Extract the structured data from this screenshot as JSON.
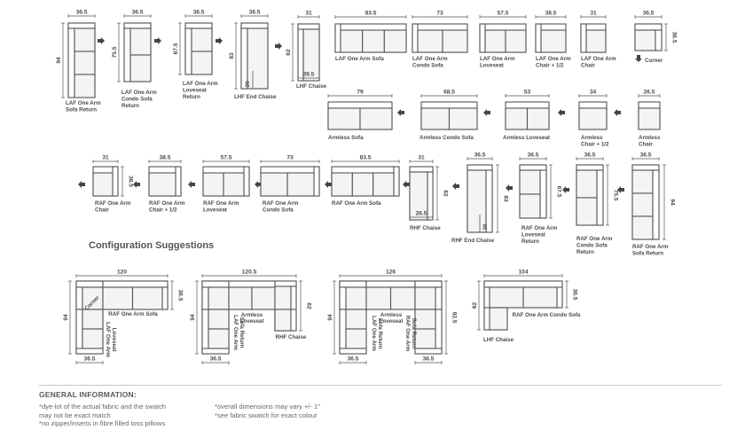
{
  "colors": {
    "line": "#555555",
    "fill": "#ffffff",
    "cushion": "#f4f4f4",
    "text": "#4a4a4a"
  },
  "rows": {
    "row1": [
      {
        "dims": [
          "36.5",
          "94"
        ],
        "label": [
          "LAF One Arm",
          "Sofa Return"
        ]
      },
      {
        "dims": [
          "36.5",
          "75.5"
        ],
        "label": [
          "LAF One Arm",
          "Condo Sofa",
          "Return"
        ]
      },
      {
        "dims": [
          "36.5",
          "67.5"
        ],
        "label": [
          "LAF One Arm",
          "Loveseat",
          "Return"
        ]
      },
      {
        "dims": [
          "36.5",
          "83",
          "30"
        ],
        "label": [
          "LHF End Chaise"
        ]
      },
      {
        "dims": [
          "31",
          "62",
          "26.5"
        ],
        "label": [
          "LHF Chaise"
        ]
      },
      {
        "dims": [
          "83.5"
        ],
        "label": [
          "LAF One Arm Sofa"
        ]
      },
      {
        "dims": [
          "73"
        ],
        "label": [
          "LAF One Arm",
          "Condo Sofa"
        ]
      },
      {
        "dims": [
          "57.5"
        ],
        "label": [
          "LAF One Arm",
          "Loveseat"
        ]
      },
      {
        "dims": [
          "38.5"
        ],
        "label": [
          "LAF One Arm",
          "Chair + 1/2"
        ]
      },
      {
        "dims": [
          "31"
        ],
        "label": [
          "LAF One Arm",
          "Chair"
        ]
      },
      {
        "dims": [
          "36.5",
          "36.5"
        ],
        "label": [
          "Corner"
        ]
      }
    ],
    "row2": [
      {
        "dims": [
          "79"
        ],
        "label": [
          "Armless Sofa"
        ]
      },
      {
        "dims": [
          "68.5"
        ],
        "label": [
          "Armless Condo Sofa"
        ]
      },
      {
        "dims": [
          "53"
        ],
        "label": [
          "Armless Loveseat"
        ]
      },
      {
        "dims": [
          "34"
        ],
        "label": [
          "Armless",
          "Chair + 1/2"
        ]
      },
      {
        "dims": [
          "26.5"
        ],
        "label": [
          "Armless",
          "Chair"
        ]
      }
    ],
    "row3": [
      {
        "dims": [
          "31",
          "36.5"
        ],
        "label": [
          "RAF One Arm",
          "Chair"
        ]
      },
      {
        "dims": [
          "38.5"
        ],
        "label": [
          "RAF One Arm",
          "Chair + 1/2"
        ]
      },
      {
        "dims": [
          "57.5"
        ],
        "label": [
          "RAF One Arm",
          "Loveseat"
        ]
      },
      {
        "dims": [
          "73"
        ],
        "label": [
          "RAF One Arm",
          "Condo Sofa"
        ]
      },
      {
        "dims": [
          "83.5"
        ],
        "label": [
          "RAF One Arm Sofa"
        ]
      },
      {
        "dims": [
          "31",
          "62",
          "26.5"
        ],
        "label": [
          "RHF Chaise"
        ]
      },
      {
        "dims": [
          "36.5",
          "83",
          "30"
        ],
        "label": [
          "RHF End Chaise"
        ]
      },
      {
        "dims": [
          "36.5",
          "67.5"
        ],
        "label": [
          "RAF One Arm",
          "Loveseat",
          "Return"
        ]
      },
      {
        "dims": [
          "36.5",
          "75.5"
        ],
        "label": [
          "RAF One Arm",
          "Condo Sofa",
          "Return"
        ]
      },
      {
        "dims": [
          "36.5",
          "94"
        ],
        "label": [
          "RAF One Arm",
          "Sofa Return"
        ]
      }
    ]
  },
  "config": {
    "title": "Configuration Suggestions",
    "c1": {
      "dims": [
        "120",
        "36.5",
        "94",
        "36.5"
      ],
      "labels": [
        "Corner",
        "RAF One Arm Sofa",
        "LAF One Arm\nLoveseat"
      ]
    },
    "c2": {
      "dims": [
        "120.5",
        "62",
        "94",
        "36.5"
      ],
      "labels": [
        "Armless\nLoveseat",
        "LAF One Arm\nSofa Return",
        "RHF Chaise"
      ]
    },
    "c3": {
      "dims": [
        "126",
        "92.5",
        "94",
        "36.5",
        "36.5"
      ],
      "labels": [
        "Armless\nLoveseat",
        "LAF One Arm\nSofa Return",
        "RAF One Arm\nSofa Return"
      ]
    },
    "c4": {
      "dims": [
        "104",
        "36.5",
        "62"
      ],
      "labels": [
        "RAF One Arm Condo Sofa",
        "LHF Chaise"
      ]
    }
  },
  "general": {
    "title": "GENERAL INFORMATION:",
    "left": [
      "*dye-lot of the actual fabric and the swatch",
      "  may not be exact match",
      "*no zipper/inserts in fibre filled toss pillows"
    ],
    "right": [
      "*overall dimensions may vary +/- 1\"",
      "*see fabric swatch for exact colour"
    ]
  }
}
